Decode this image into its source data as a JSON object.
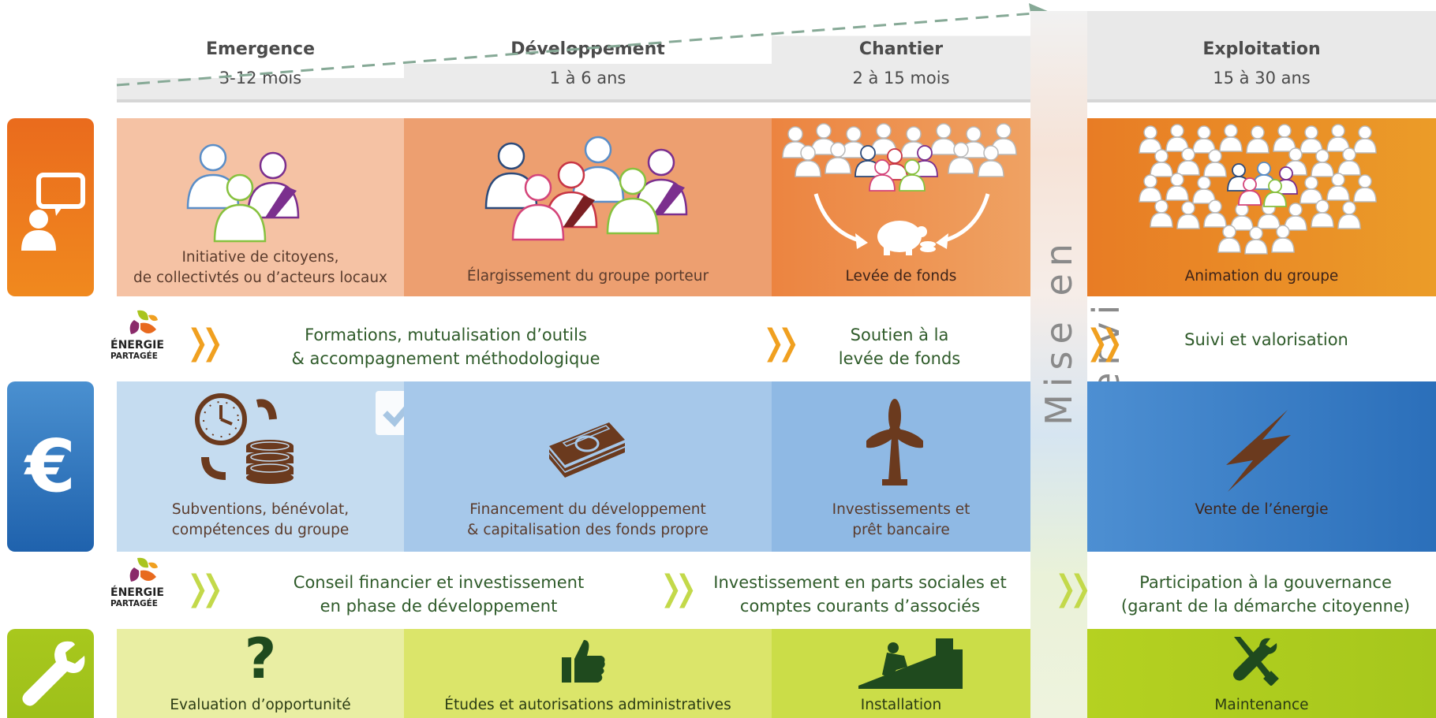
{
  "phases": [
    {
      "name": "Emergence",
      "duration": "3-12 mois"
    },
    {
      "name": "Développement",
      "duration": "1 à 6 ans"
    },
    {
      "name": "Chantier",
      "duration": "2 à 15 mois"
    },
    {
      "name": "Exploitation",
      "duration": "15 à 30 ans"
    }
  ],
  "milestone": "Mise en service",
  "rows": {
    "group": {
      "icon": "speech-person-icon",
      "cells": [
        {
          "label": "Initiative de citoyens,\nde collectivtés ou d’acteurs locaux",
          "icon": "small-group-icon"
        },
        {
          "label": "Élargissement du groupe porteur",
          "icon": "larger-group-icon"
        },
        {
          "label": "Levée de fonds",
          "icon": "crowd-piggybank-icon"
        },
        {
          "label": "Animation du groupe",
          "icon": "large-crowd-icon"
        }
      ]
    },
    "finance": {
      "icon": "euro-icon",
      "cells": [
        {
          "label": "Subventions, bénévolat,\ncompétences du groupe",
          "icon": "clock-coins-icon"
        },
        {
          "label": "Financement du développement\n& capitalisation des fonds propre",
          "icon": "banknotes-icon"
        },
        {
          "label": "Investissements et\nprêt bancaire",
          "icon": "wind-turbine-icon"
        },
        {
          "label": "Vente de l’énergie",
          "icon": "lightning-icon"
        }
      ]
    },
    "technical": {
      "icon": "wrench-icon",
      "cells": [
        {
          "label": "Evaluation d’opportunité",
          "icon": "question-mark-icon"
        },
        {
          "label": "Études et autorisations administratives",
          "icon": "thumbs-up-icon"
        },
        {
          "label": "Installation",
          "icon": "roof-worker-icon"
        },
        {
          "label": "Maintenance",
          "icon": "tools-icon"
        }
      ]
    }
  },
  "support_bands": [
    {
      "logo": {
        "line1": "ÉNERGIE",
        "line2": "PARTAGÉE"
      },
      "items": [
        "Formations, mutualisation d’outils\n& accompagnement méthodologique",
        "Soutien à la\nlevée de fonds",
        "Suivi et valorisation"
      ]
    },
    {
      "logo": {
        "line1": "ÉNERGIE",
        "line2": "PARTAGÉE"
      },
      "items": [
        "Conseil financier et investissement\nen phase de développement",
        "Investissement en parts sociales et\ncomptes courants d’associés",
        "Participation à la gouvernance\n(garant de la démarche citoyenne)"
      ]
    }
  ],
  "colors": {
    "orange_accent": "#e5671f",
    "blue_accent": "#2d73bd",
    "green_accent": "#a3c31d",
    "brown": "#6b3a1e",
    "dark_green_text": "#2f5b2a"
  }
}
